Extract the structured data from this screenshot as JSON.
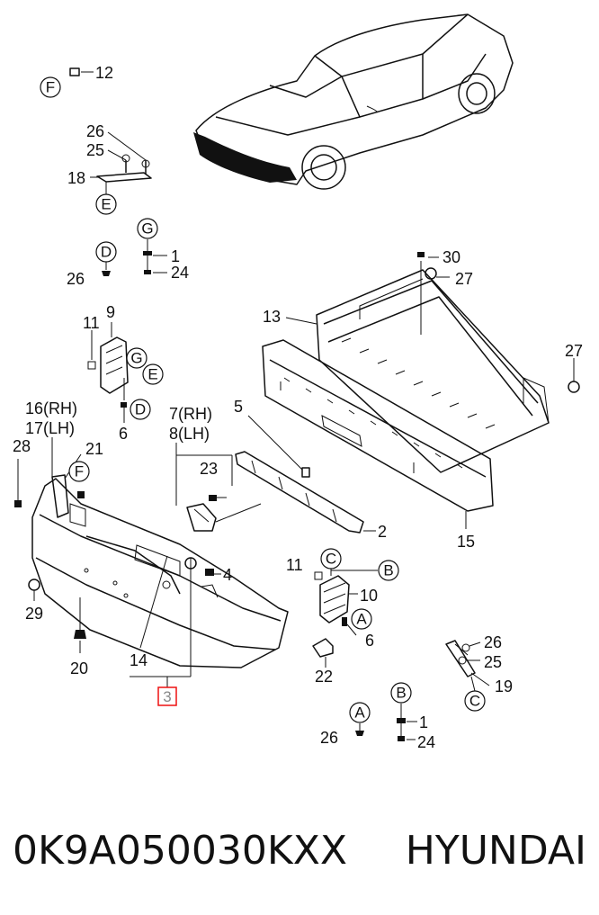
{
  "diagram": {
    "labels": {
      "n12": "12",
      "n26a": "26",
      "n25a": "25",
      "n18": "18",
      "n1a": "1",
      "n24a": "24",
      "n26b": "26",
      "n30": "30",
      "n27a": "27",
      "n13": "13",
      "n27b": "27",
      "n11a": "11",
      "n9": "9",
      "n6a": "6",
      "n16": "16(RH)",
      "n17": "17(LH)",
      "n28": "28",
      "n21": "21",
      "n7": "7(RH)",
      "n8": "8(LH)",
      "n23": "23",
      "n5": "5",
      "n2": "2",
      "n15": "15",
      "n4": "4",
      "n29": "29",
      "n20": "20",
      "n14": "14",
      "n3": "3",
      "n11b": "11",
      "n10": "10",
      "n6b": "6",
      "n22": "22",
      "n26c": "26",
      "n25c": "25",
      "n19": "19",
      "n1b": "1",
      "n24b": "24",
      "n26d": "26"
    },
    "refs": {
      "F": "F",
      "E": "E",
      "G": "G",
      "D": "D",
      "C": "C",
      "B": "B",
      "A": "A"
    }
  },
  "caption": {
    "part_number": "0K9A050030KXX",
    "brand": "HYUNDAI"
  }
}
